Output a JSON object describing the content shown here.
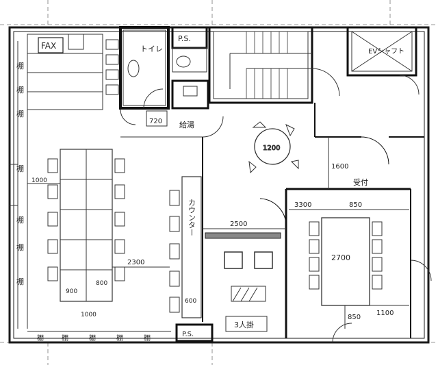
{
  "rooms": {
    "fax": "FAX",
    "toilet": "トイレ",
    "ps_top": "P.S.",
    "ps_bottom": "P.S.",
    "ev_shaft": "EVシャフト",
    "kyutoshitsu": "給湯",
    "reception": "受付",
    "counter": "カウンター",
    "sanninkake": "3人掛"
  },
  "dimensions": {
    "d720": "720",
    "d1200": "1200",
    "d1600": "1600",
    "d1000": "1000",
    "d2300": "2300",
    "d2500": "2500",
    "d3300": "3300",
    "d850a": "850",
    "d2700": "2700",
    "d850b": "850",
    "d1100": "1100",
    "d600": "600",
    "d800": "800",
    "d900": "900",
    "d1000b": "1000"
  },
  "shelves": [
    "棚",
    "棚",
    "棚",
    "棚",
    "棚",
    "棚",
    "棚"
  ],
  "bottom_shelves": [
    "棚",
    "棚",
    "棚",
    "棚",
    "棚"
  ]
}
